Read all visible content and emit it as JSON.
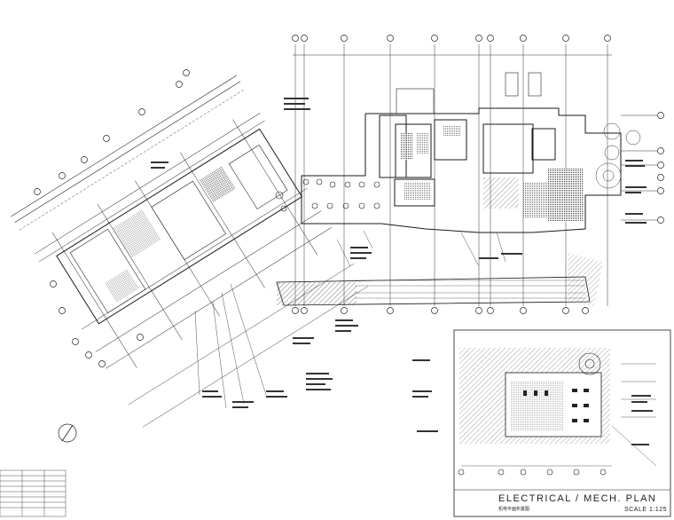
{
  "sheet": {
    "main_title": "ELECTRICAL / MECH. PLAN",
    "sub_title": "机电平面布置图",
    "scale": "SCALE 1:125"
  },
  "colors": {
    "ink": "#1a1a1a",
    "paper": "#ffffff",
    "hatch": "#555555"
  },
  "icons": {
    "north_arrow": "north-arrow-icon"
  }
}
